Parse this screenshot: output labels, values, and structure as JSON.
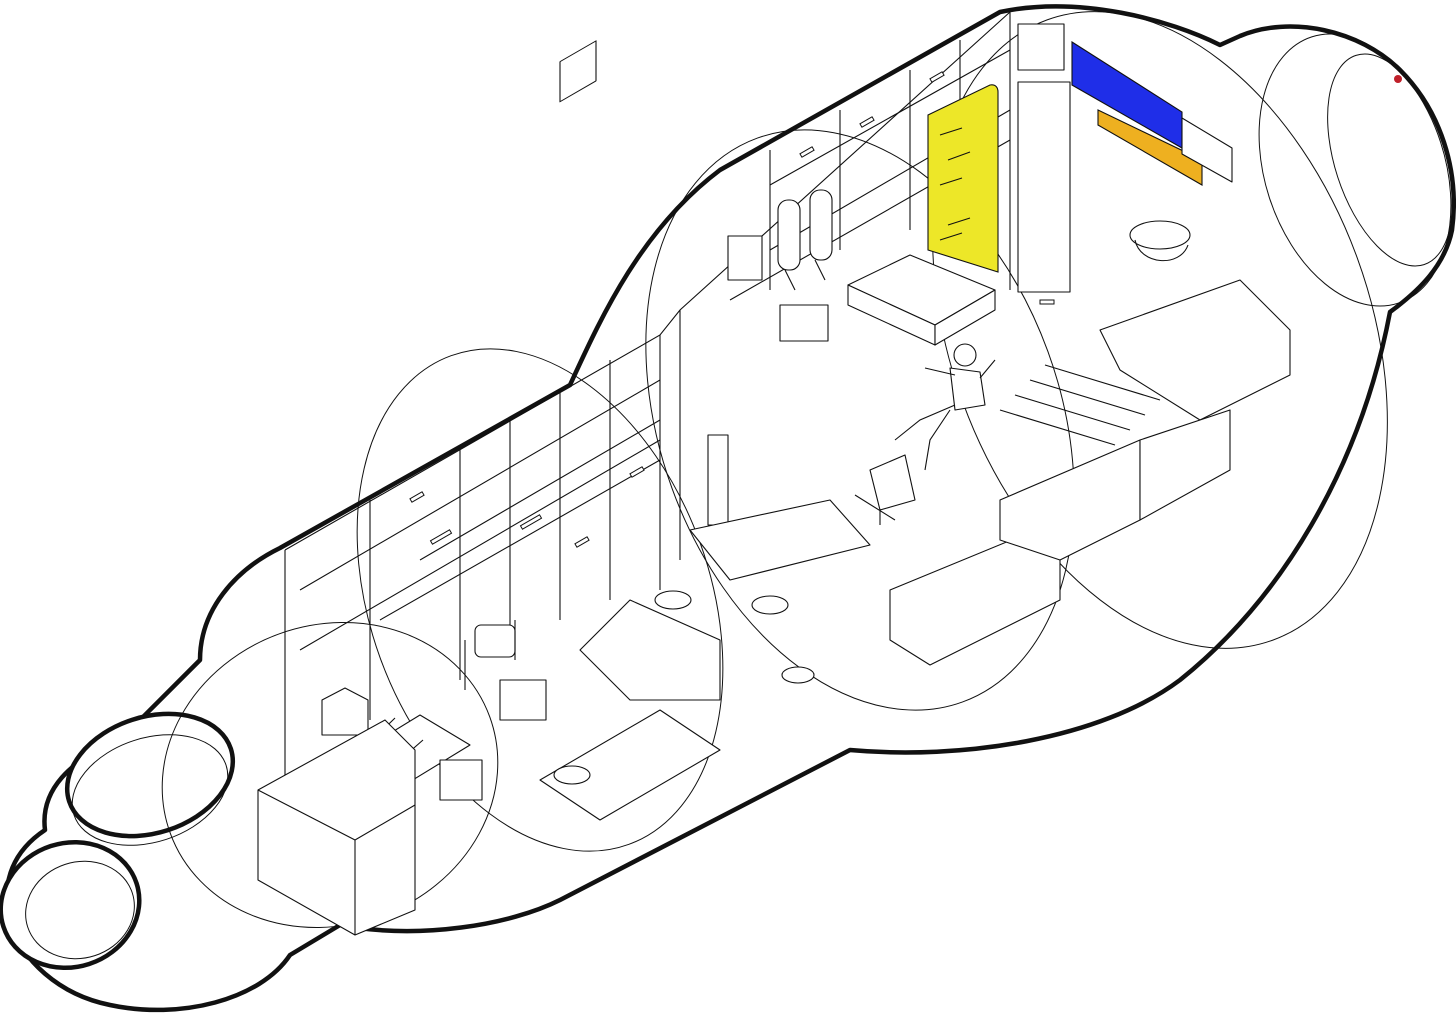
{
  "diagram": {
    "description_text": "",
    "colors": {
      "background": "#ffffff",
      "outline": "#111111",
      "yellow_panel": "#ede728",
      "blue_panel": "#1f2ee8",
      "orange_panel": "#eeb020",
      "marker": "#c0202a"
    },
    "icons": [
      "space-station-module",
      "astronaut-figure",
      "exercise-bike",
      "toilet",
      "gas-tanks",
      "work-table"
    ]
  }
}
